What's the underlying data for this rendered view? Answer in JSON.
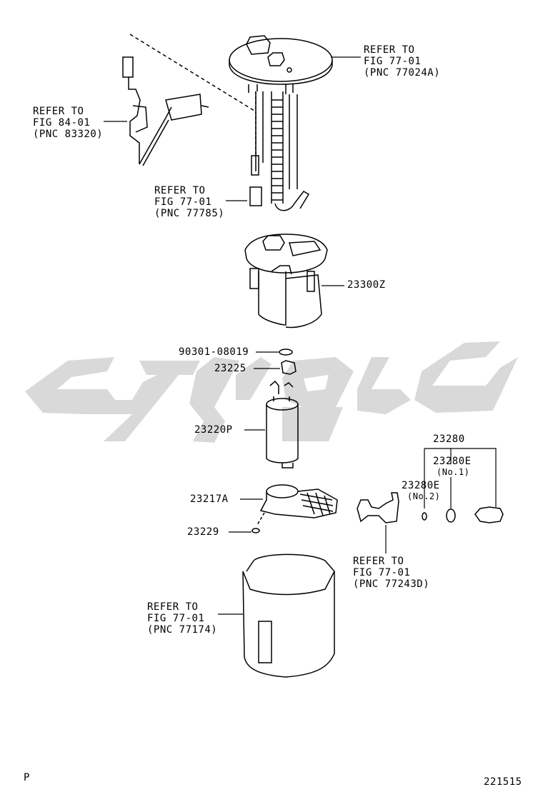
{
  "callouts": {
    "ref_77024a": [
      "REFER TO",
      "FIG 77-01",
      "(PNC 77024A)"
    ],
    "ref_83320": [
      "REFER TO",
      "FIG 84-01",
      "(PNC 83320)"
    ],
    "ref_77785": [
      "REFER TO",
      "FIG 77-01",
      "(PNC 77785)"
    ],
    "ref_77243d": [
      "REFER TO",
      "FIG 77-01",
      "(PNC 77243D)"
    ],
    "ref_77174": [
      "REFER TO",
      "FIG 77-01",
      "(PNC 77174)"
    ]
  },
  "parts": {
    "p23300z": "23300Z",
    "p90301": "90301-08019",
    "p23225": "23225",
    "p23220p": "23220P",
    "p23217a": "23217A",
    "p23229": "23229",
    "p23280": "23280",
    "p23280e_1": "23280E",
    "p23280e_1_note": "(No.1)",
    "p23280e_2": "23280E",
    "p23280e_2_note": "(No.2)"
  },
  "footer": {
    "left_code": "P",
    "figure_code": "221515"
  },
  "colors": {
    "line": "#000000",
    "watermark": "#d9d9d9"
  }
}
